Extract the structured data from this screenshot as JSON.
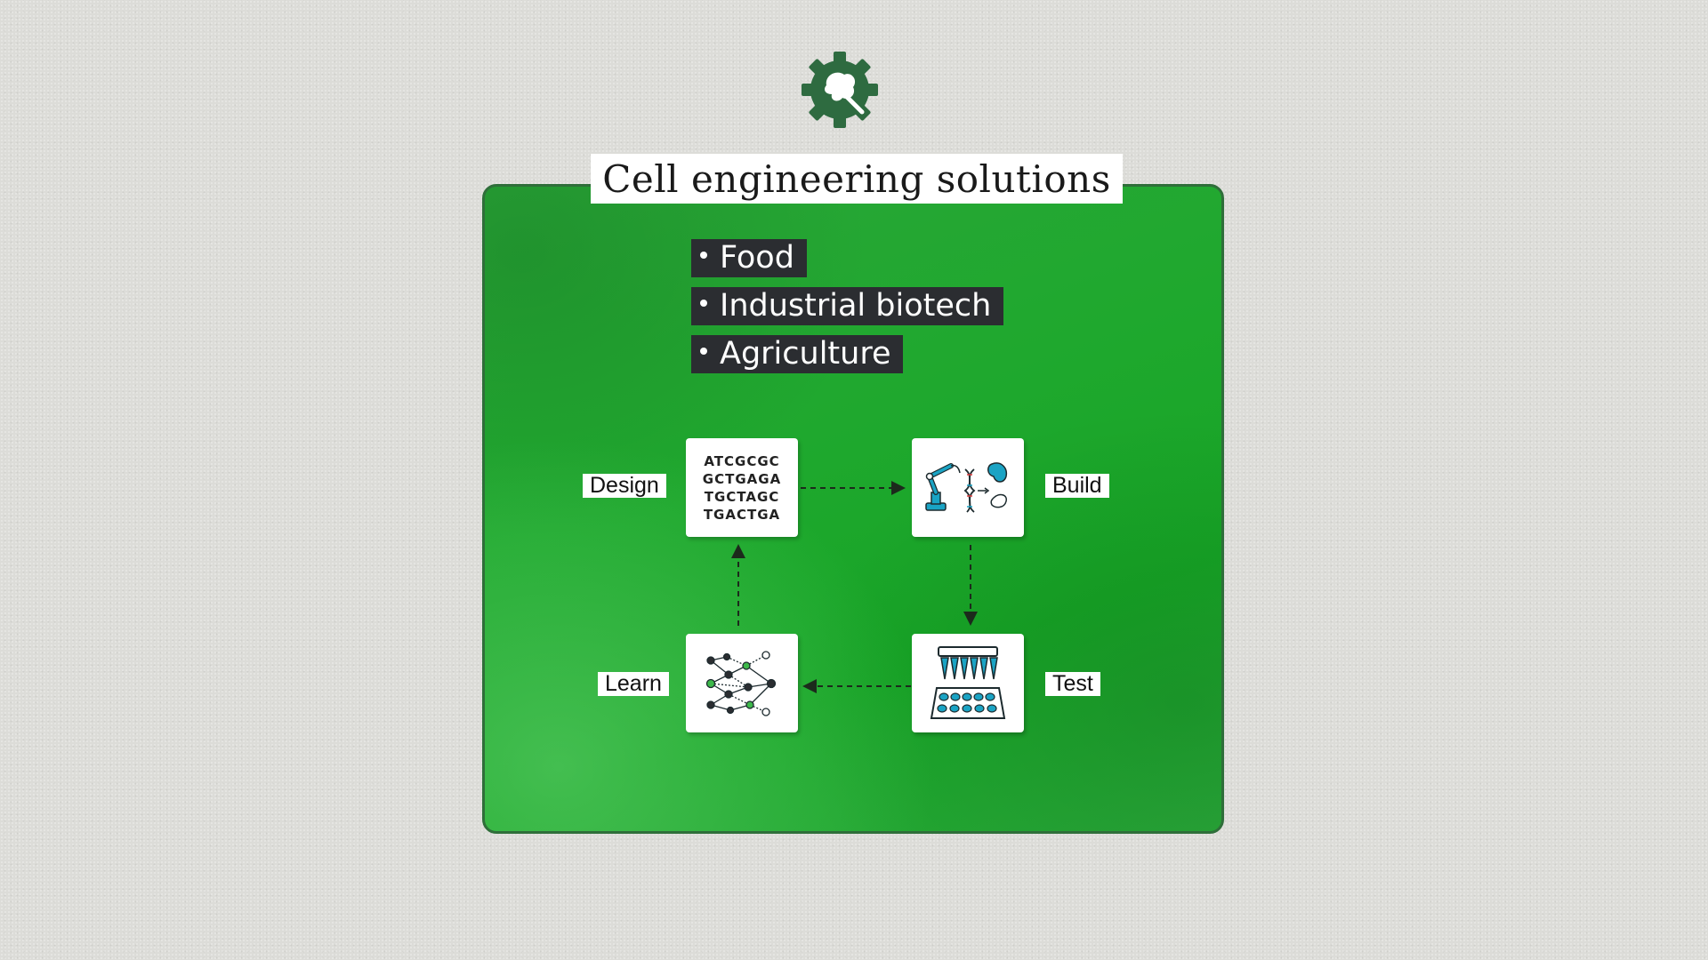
{
  "title": "Cell engineering solutions",
  "bullets": [
    "Food",
    "Industrial biotech",
    "Agriculture"
  ],
  "cycle": {
    "design": {
      "label": "Design",
      "sequence": [
        "ATCGCGC",
        "GCTGAGA",
        "TGCTAGC",
        "TGACTGA"
      ]
    },
    "build": {
      "label": "Build",
      "icon": "robot-arm-dna-cell-icon"
    },
    "test": {
      "label": "Test",
      "icon": "pipette-well-plate-icon"
    },
    "learn": {
      "label": "Learn",
      "icon": "neural-network-icon"
    }
  },
  "colors": {
    "panel_green": "#1fa82e",
    "panel_border": "#2f6e3a",
    "logo_green": "#2e6b40",
    "bullet_bg": "#2b2d31",
    "icon_teal": "#1aa3c4",
    "node_green": "#3db84a"
  }
}
